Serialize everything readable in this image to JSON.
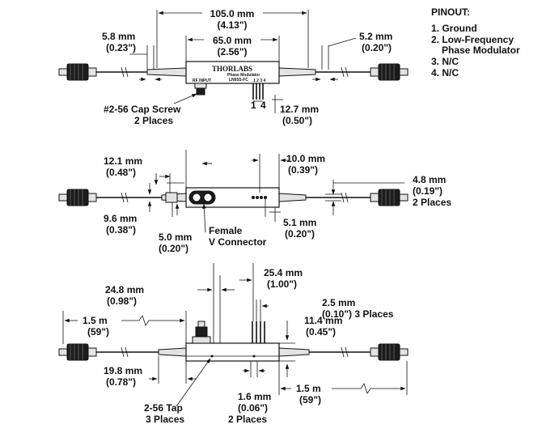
{
  "pinout": {
    "title": "PINOUT:",
    "items": [
      "1.  Ground",
      "2.  Low-Frequency",
      "Phase Modulator",
      "3.  N/C",
      "4.  N/C"
    ]
  },
  "top_view": {
    "dim_total": {
      "mm": "105.0 mm",
      "in": "(4.13\")"
    },
    "dim_body": {
      "mm": "65.0 mm",
      "in": "(2.56\")"
    },
    "dim_left_boot": {
      "mm": "5.8 mm",
      "in": "(0.23\")"
    },
    "dim_right_boot": {
      "mm": "5.2 mm",
      "in": "(0.20\")"
    },
    "dim_pin_spacing": {
      "mm": "12.7 mm",
      "in": "(0.50\")"
    },
    "screw_note": {
      "line1": "#2-56 Cap Screw",
      "line2": "2 Places"
    },
    "pin_labels": {
      "p1": "1",
      "p4": "4",
      "row": "1 2 3 4"
    },
    "logo": "THORLABS",
    "model_line1": "Phase Modulator",
    "model_line2": "LN65S-FC",
    "rf_label": "RF INPUT"
  },
  "front_view": {
    "dim_a": {
      "mm": "12.1 mm",
      "in": "(0.48\")"
    },
    "dim_b": {
      "mm": "10.0 mm",
      "in": "(0.39\")"
    },
    "dim_c": {
      "mm": "4.8 mm",
      "in": "(0.19\")",
      "note": "2 Places"
    },
    "dim_d": {
      "mm": "9.6 mm",
      "in": "(0.38\")"
    },
    "dim_e": {
      "mm": "5.0 mm",
      "in": "(0.20\")"
    },
    "dim_f": {
      "mm": "5.1 mm",
      "in": "(0.20\")"
    },
    "connector_note": {
      "line1": "Female",
      "line2": "V Connector"
    }
  },
  "side_view": {
    "dim_a": {
      "mm": "25.4 mm",
      "in": "(1.00\")"
    },
    "dim_b": {
      "mm": "24.8 mm",
      "in": "(0.98\")"
    },
    "dim_c": {
      "mm": "2.5 mm",
      "in": "(0.10\") 3 Places"
    },
    "dim_d": {
      "mm": "11.4 mm",
      "in": "(0.45\")"
    },
    "dim_fiber_left": {
      "mm": "1.5 m",
      "in": "(59\")"
    },
    "dim_fiber_right": {
      "mm": "1.5 m",
      "in": "(59\")"
    },
    "dim_e": {
      "mm": "19.8 mm",
      "in": "(0.78\")"
    },
    "dim_f": {
      "mm": "1.6 mm",
      "in": "(0.06\")",
      "note": "2 Places"
    },
    "tap_note": {
      "line1": "2-56 Tap",
      "line2": "3 Places"
    }
  }
}
